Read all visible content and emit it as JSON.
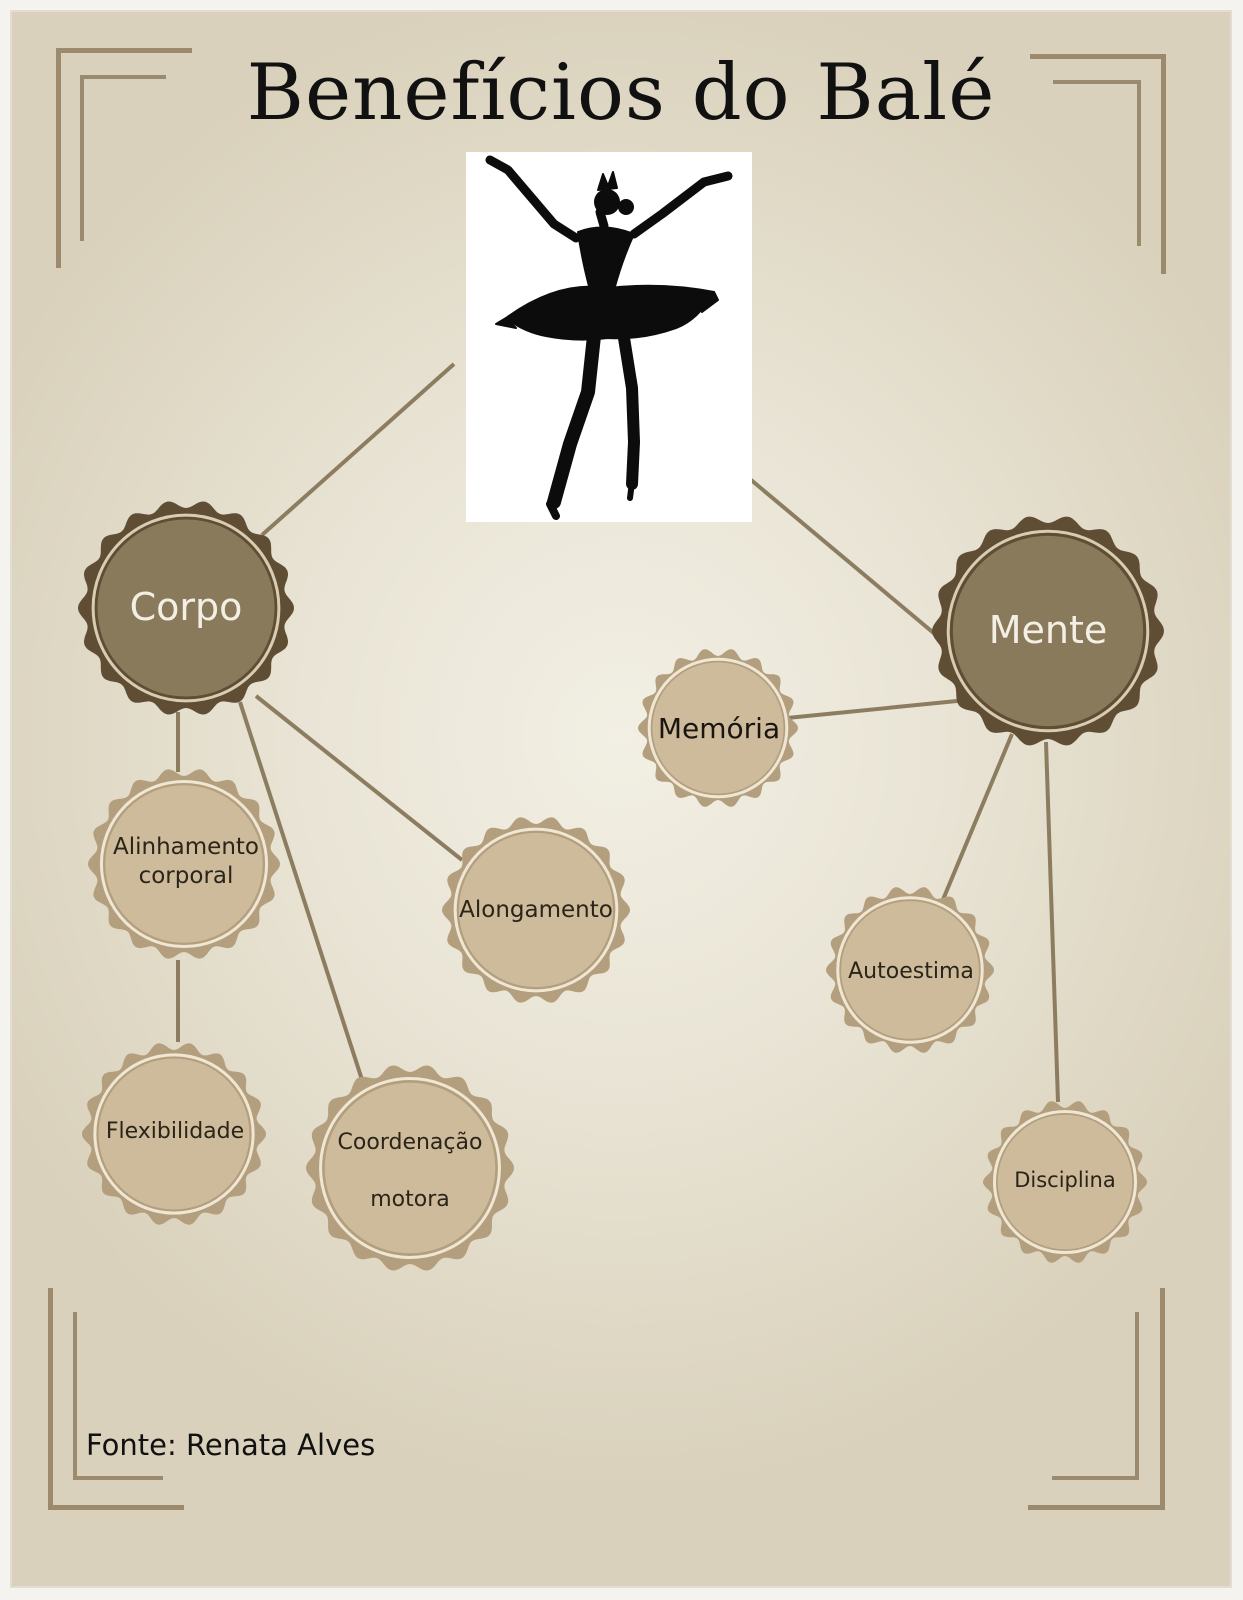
{
  "title": "Benefícios do Balé",
  "source": "Fonte: Renata Alves",
  "colors": {
    "line": "#8c7d61",
    "main_outer": "#5f4e34",
    "main_inner": "#8a7a5c",
    "sub_outer": "#b39f7e",
    "sub_inner": "#cdbb9c",
    "frame": "#9b8a6e"
  },
  "icons": {
    "illustration": "ballerina-silhouette-icon"
  },
  "nodes": {
    "corpo": {
      "label": "Corpo"
    },
    "mente": {
      "label": "Mente"
    },
    "alinhamento": {
      "label": "Alinhamento\ncorporal"
    },
    "flexibilidade": {
      "label": "Flexibilidade"
    },
    "coordenacao": {
      "label": "Coordenação\n\nmotora"
    },
    "alongamento": {
      "label": "Alongamento"
    },
    "memoria": {
      "label": "Memória"
    },
    "autoestima": {
      "label": "Autoestima"
    },
    "disciplina": {
      "label": "Disciplina"
    }
  }
}
